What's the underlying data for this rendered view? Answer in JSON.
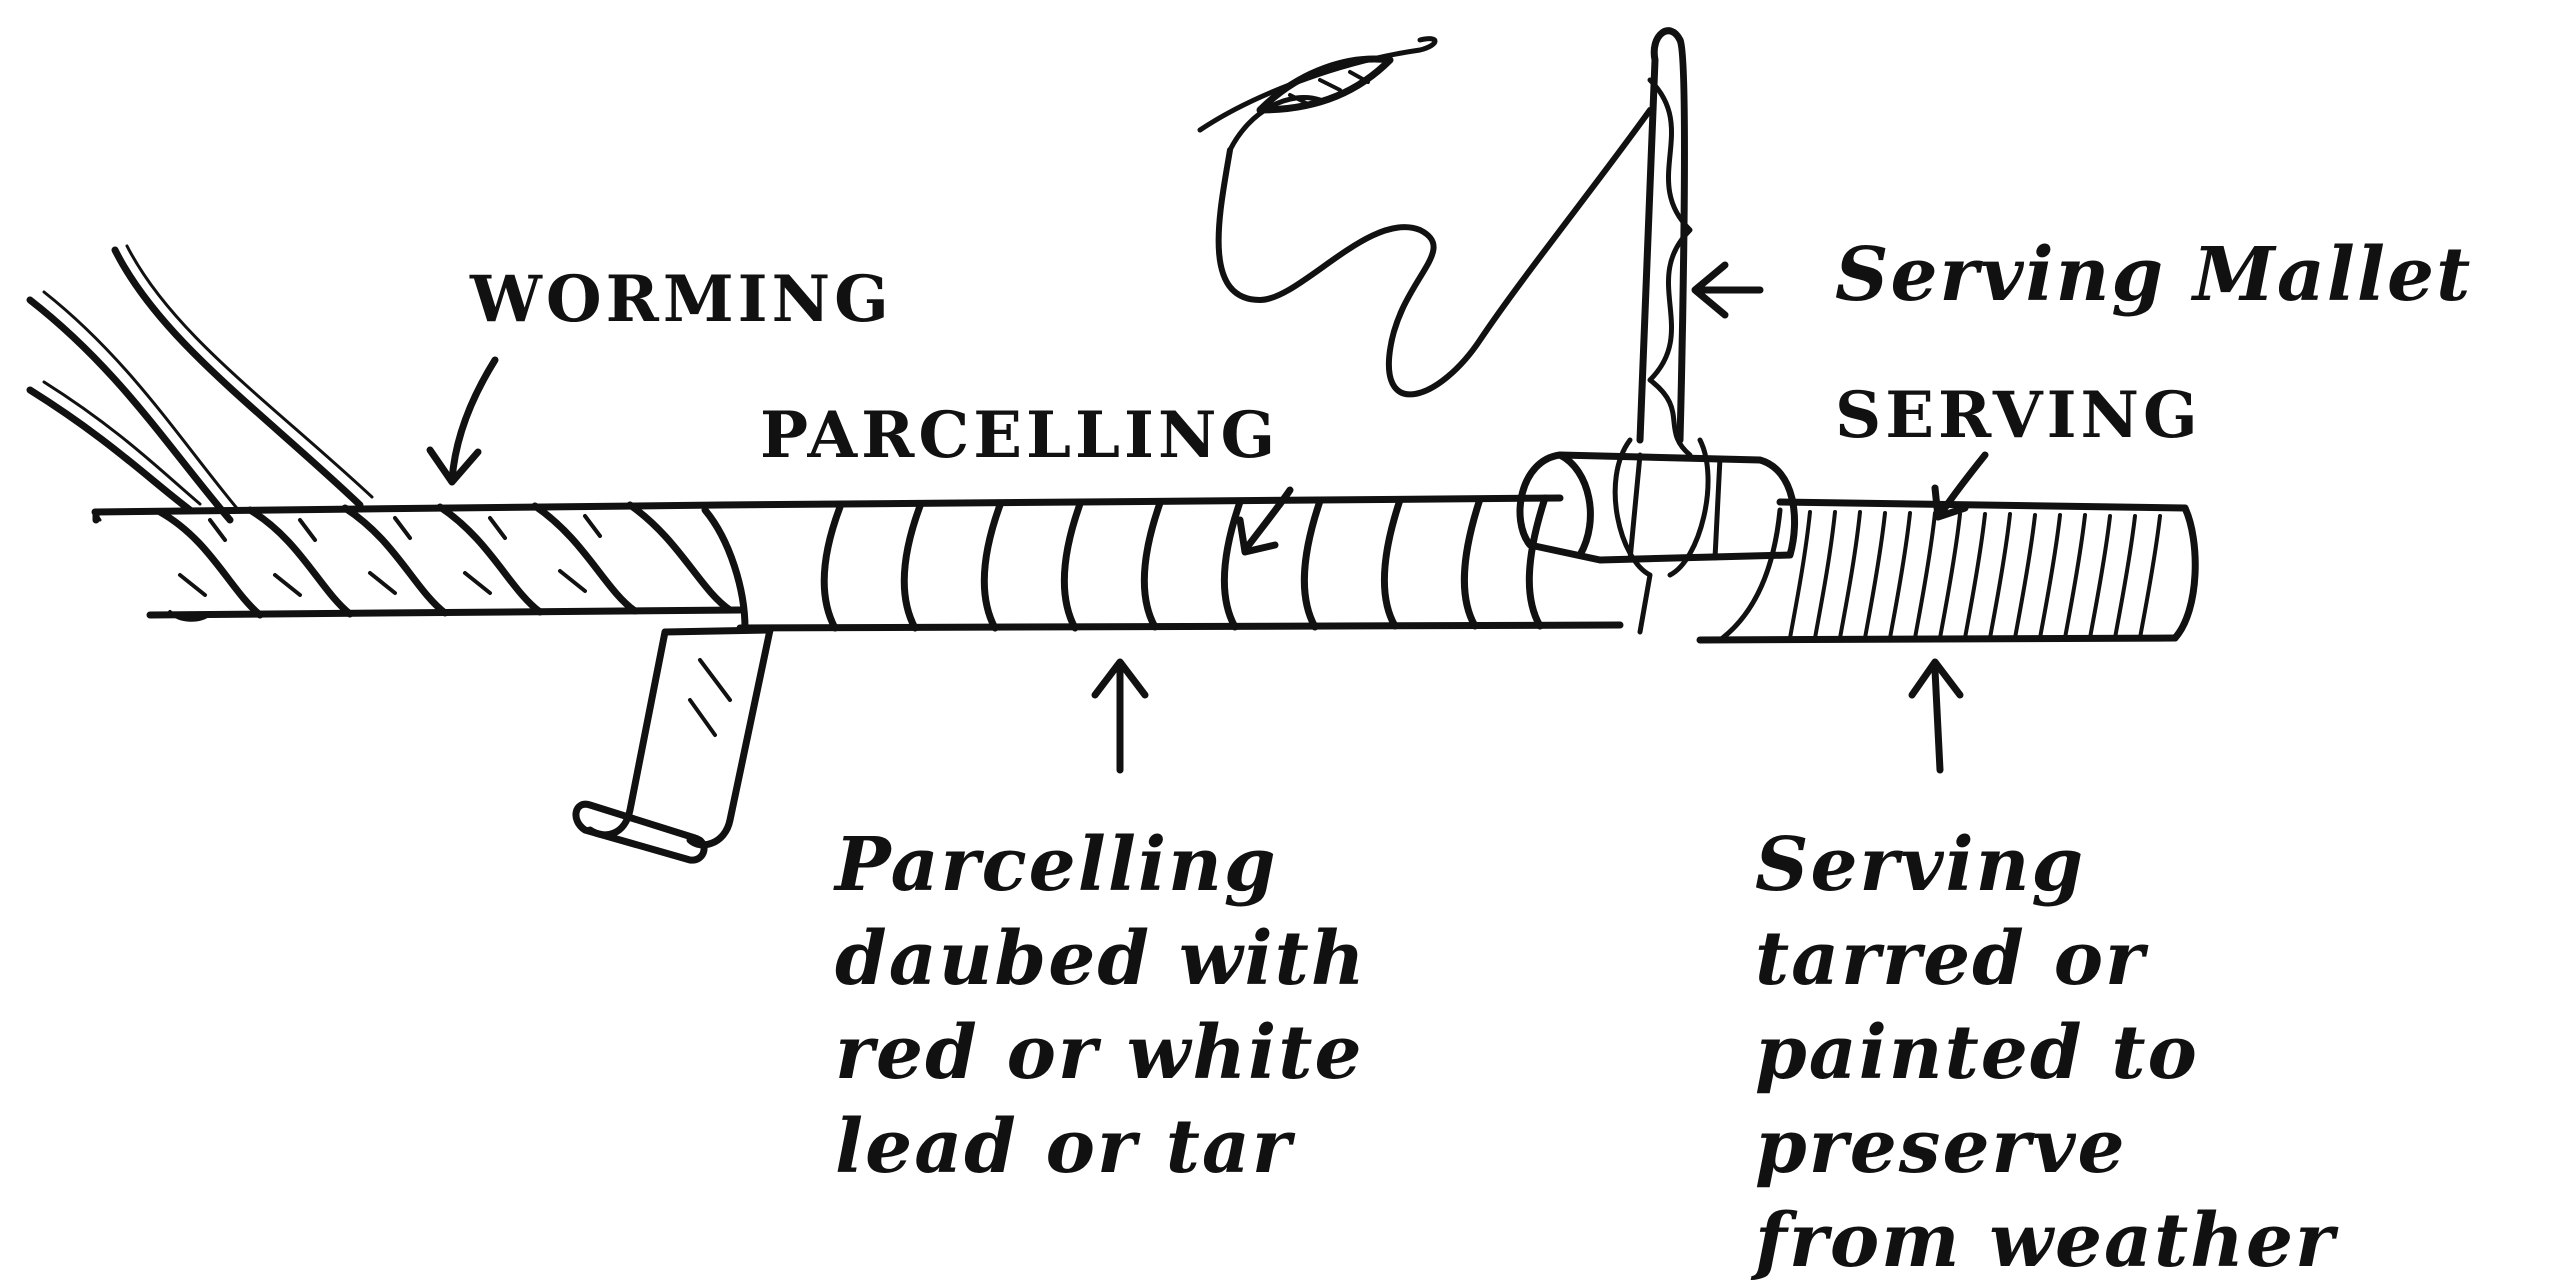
{
  "labels": {
    "worming": "WORMING",
    "parcelling": "PARCELLING",
    "serving": "SERVING",
    "serving_mallet": "Serving Mallet"
  },
  "notes": {
    "parcelling": [
      "Parcelling",
      "daubed with",
      "red or white",
      "lead or tar"
    ],
    "serving": [
      "Serving",
      "tarred or",
      "painted to",
      "preserve",
      "from weather"
    ]
  },
  "colors": {
    "ink": "#111111",
    "paper": "#ffffff"
  }
}
